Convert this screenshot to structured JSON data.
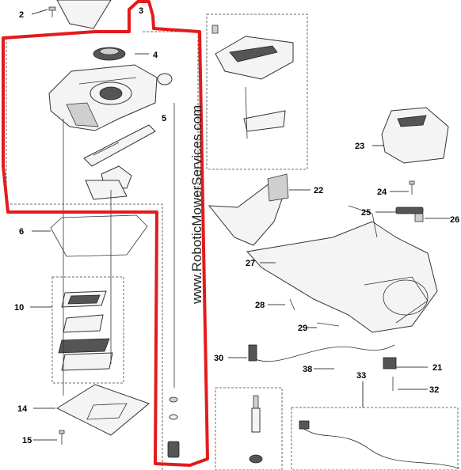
{
  "diagram": {
    "watermark": "www.RoboticMowerServices.com",
    "callouts": [
      "2",
      "3",
      "4",
      "5",
      "6",
      "10",
      "14",
      "15",
      "22",
      "23",
      "24",
      "25",
      "26",
      "27",
      "28",
      "29",
      "30",
      "38",
      "21",
      "33",
      "32"
    ],
    "highlight_color": "#e31b1b",
    "line_color": "#333333"
  }
}
